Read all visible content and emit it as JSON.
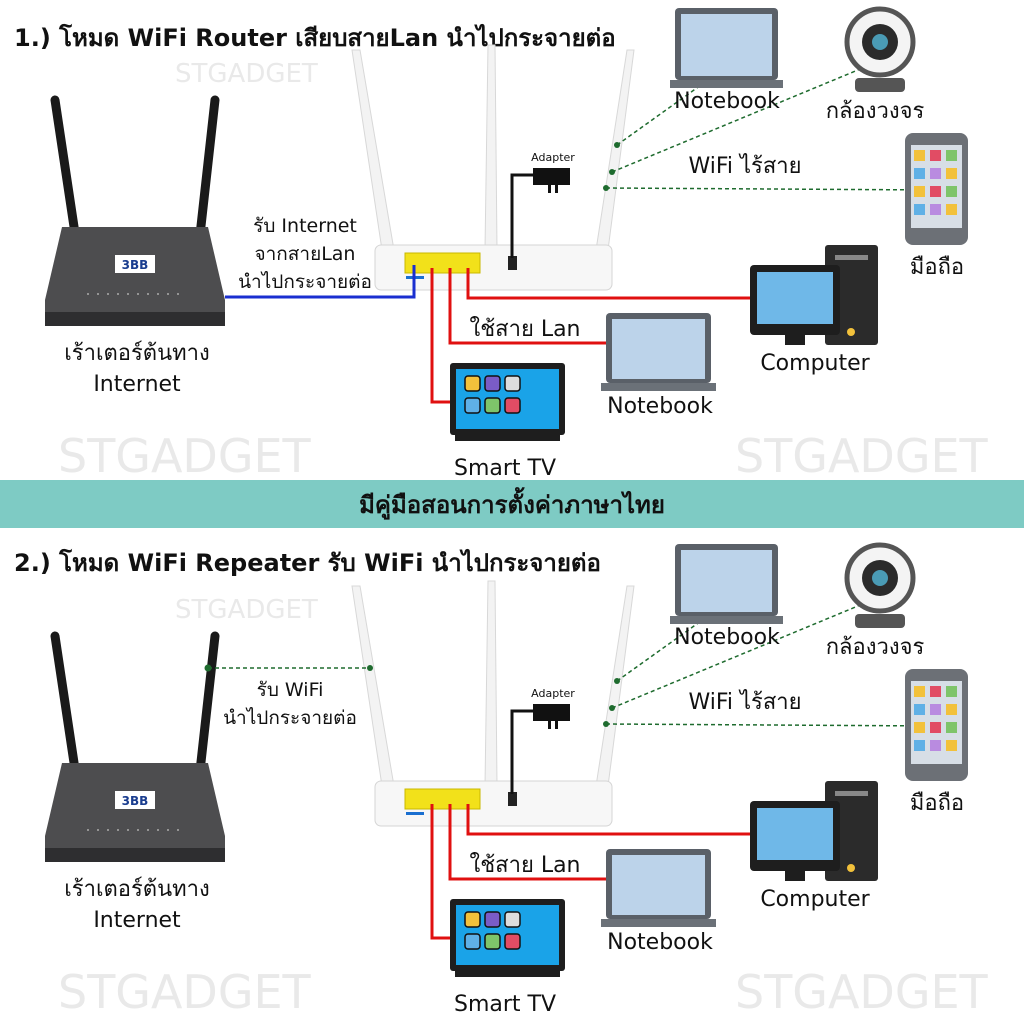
{
  "watermark": "STGADGET",
  "banner": {
    "text": "มีคู่มือสอนการตั้งค่าภาษาไทย",
    "color": "#7ecbc4"
  },
  "colors": {
    "lan_cable": "#e01010",
    "internet_cable": "#1a2fd0",
    "wifi_link": "#1e6b2e"
  },
  "sections": [
    {
      "title": "1.) โหมด WiFi Router เสียบสายLan นำไปกระจายต่อ",
      "isp_router_label": "เร้าเตอร์ต้นทาง",
      "isp_router_sublabel": "Internet",
      "isp_logo": "3BB",
      "link_label_lines": [
        "รับ Internet",
        "จากสายLan",
        "นำไปกระจายต่อ"
      ],
      "link_type": "lan",
      "adapter_label": "Adapter",
      "wifi_label": "WiFi ไร้สาย",
      "lan_label": "ใช้สาย Lan",
      "devices": {
        "notebook_wifi": "Notebook",
        "camera": "กล้องวงจร",
        "phone": "มือถือ",
        "computer": "Computer",
        "notebook_lan": "Notebook",
        "tv": "Smart TV"
      }
    },
    {
      "title": "2.) โหมด WiFi Repeater รับ WiFi นำไปกระจายต่อ",
      "isp_router_label": "เร้าเตอร์ต้นทาง",
      "isp_router_sublabel": "Internet",
      "isp_logo": "3BB",
      "link_label_lines": [
        "รับ WiFi",
        "นำไปกระจายต่อ"
      ],
      "link_type": "wifi",
      "adapter_label": "Adapter",
      "wifi_label": "WiFi ไร้สาย",
      "lan_label": "ใช้สาย Lan",
      "devices": {
        "notebook_wifi": "Notebook",
        "camera": "กล้องวงจร",
        "phone": "มือถือ",
        "computer": "Computer",
        "notebook_lan": "Notebook",
        "tv": "Smart TV"
      }
    }
  ]
}
